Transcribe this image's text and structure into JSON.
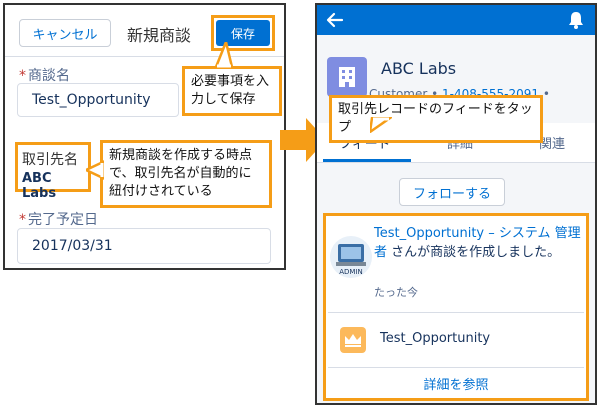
{
  "left": {
    "cancel_label": "キャンセル",
    "title": "新規商談",
    "save_label": "保存",
    "fields": {
      "opp_name_label": "商談名",
      "opp_name_value": "Test_Opportunity",
      "account_label": "取引先名",
      "account_value": "ABC Labs",
      "close_date_label": "完了予定日",
      "close_date_value": "2017/03/31"
    },
    "required_mark": "*"
  },
  "callouts": {
    "save": "必要事項を入力して保存",
    "account": "新規商談を作成する時点で、取引先名が自動的に紐付けされている",
    "feed": "取引先レコードのフィードをタップ"
  },
  "right": {
    "record_name": "ABC Labs",
    "record_type": "Customer",
    "record_sep": "•",
    "record_phone": "1-408-555-2091",
    "record_sep2": "•",
    "tabs": [
      "フィード",
      "詳細",
      "関連"
    ],
    "follow_label": "フォローする",
    "feed": {
      "opp_link": "Test_Opportunity",
      "dash": " – ",
      "actor_link": "システム 管理者",
      "action_text": " さんが商談を作成しました。",
      "time": "たった今",
      "opp_card_name": "Test_Opportunity",
      "view_detail": "詳細を参照"
    },
    "avatar_text": "ADMIN"
  },
  "colors": {
    "accent": "#0070d2",
    "highlight": "#f59d17",
    "account_icon": "#7f8de1",
    "opportunity_icon": "#fcb95b"
  }
}
